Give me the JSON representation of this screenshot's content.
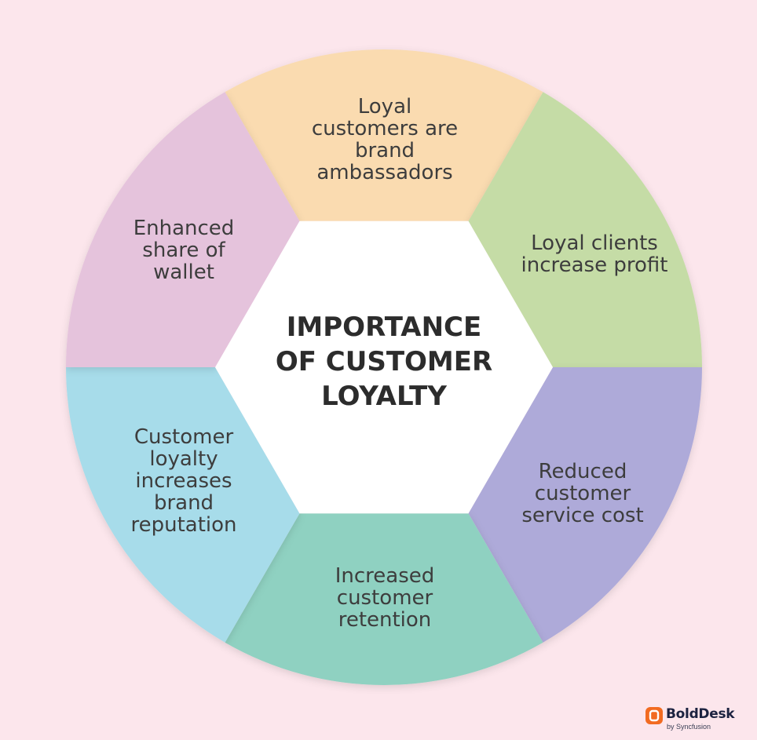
{
  "diagram": {
    "center_title": [
      "IMPORTANCE",
      "OF CUSTOMER",
      "LOYALTY"
    ],
    "segments": [
      {
        "id": "top",
        "lines": [
          "Loyal",
          "customers are",
          "brand",
          "ambassadors"
        ],
        "color": "#fadbb0"
      },
      {
        "id": "upper-right",
        "lines": [
          "Loyal clients",
          "increase profit"
        ],
        "color": "#c5dca6"
      },
      {
        "id": "lower-right",
        "lines": [
          "Reduced",
          "customer",
          "service cost"
        ],
        "color": "#aeaad9"
      },
      {
        "id": "bottom",
        "lines": [
          "Increased",
          "customer",
          "retention"
        ],
        "color": "#8fd1c1"
      },
      {
        "id": "lower-left",
        "lines": [
          "Customer",
          "loyalty",
          "increases",
          "brand",
          "reputation"
        ],
        "color": "#a7dcea"
      },
      {
        "id": "upper-left",
        "lines": [
          "Enhanced",
          "share of",
          "wallet"
        ],
        "color": "#e5c3dc"
      }
    ]
  },
  "colors": {
    "background": "#fce6ec",
    "center": "#ffffff",
    "text": "#3d3d3d",
    "logo_accent": "#f26b21"
  },
  "logo": {
    "name": "BoldDesk",
    "byline": "by Syncfusion",
    "icon": "bolddesk-logo-icon"
  }
}
